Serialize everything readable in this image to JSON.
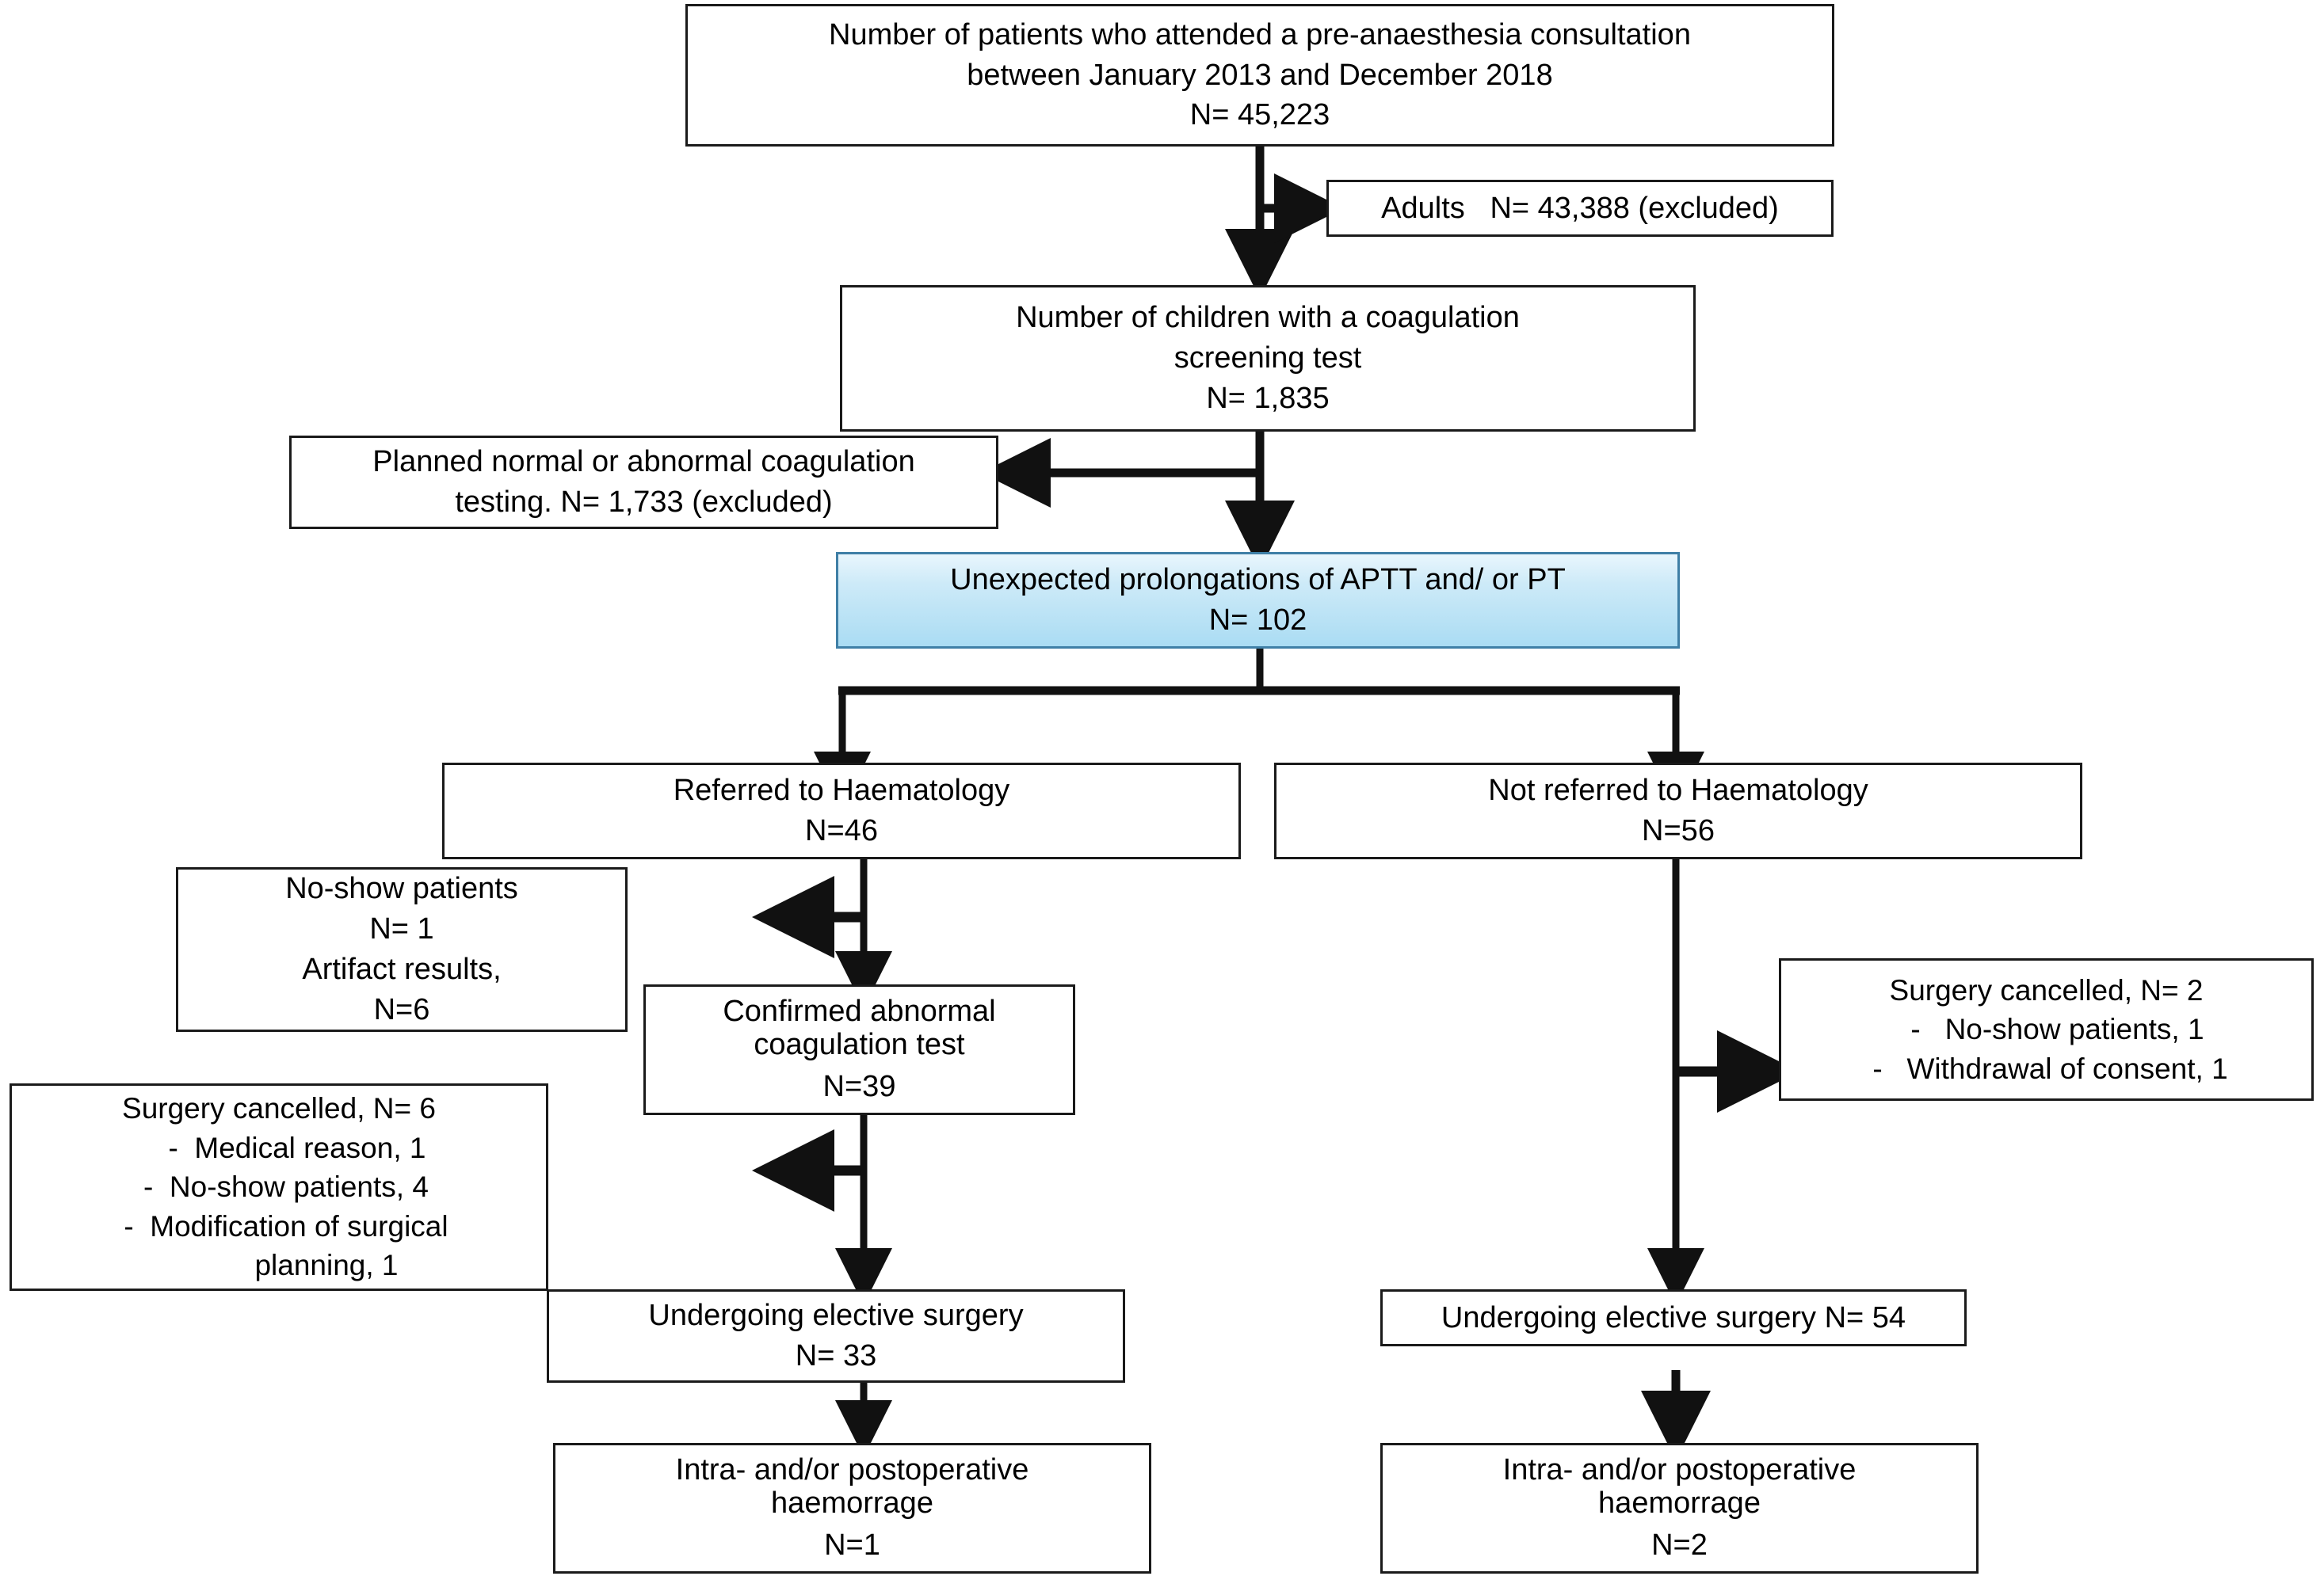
{
  "diagram": {
    "title": "Patient flow diagram of pre-anaesthesia coagulation screening",
    "accent_color": "#aadcf3",
    "border_color": "#1a1a1a",
    "highlight_border_color": "#3f7fa6"
  },
  "nodes": {
    "attended": {
      "name": "attended-consultation-box",
      "lines": [
        "Number of patients who attended a pre-anaesthesia consultation",
        "between January 2013 and December 2018",
        "N= 45,223"
      ]
    },
    "adults_excluded": {
      "name": "adults-excluded-box",
      "lines": [
        "Adults   N= 43,388 (excluded)"
      ]
    },
    "children": {
      "name": "children-coagulation-box",
      "lines": [
        "Number of children with a coagulation",
        "screening test",
        "N= 1,835"
      ]
    },
    "planned_excluded": {
      "name": "planned-testing-excluded-box",
      "lines": [
        "Planned normal or abnormal coagulation",
        "testing. N= 1,733 (excluded)"
      ]
    },
    "unexpected": {
      "name": "unexpected-prolongations-box",
      "lines": [
        "Unexpected prolongations of APTT and/ or PT",
        "N= 102"
      ]
    },
    "referred": {
      "name": "referred-haematology-box",
      "lines": [
        "Referred to Haematology",
        "N=46"
      ]
    },
    "not_referred": {
      "name": "not-referred-haematology-box",
      "lines": [
        "Not referred to Haematology",
        "N=56"
      ]
    },
    "no_show_artifact": {
      "name": "no-show-artifact-box",
      "lines": [
        "No-show patients",
        "N= 1",
        "Artifact results,",
        "N=6"
      ]
    },
    "confirmed": {
      "name": "confirmed-abnormal-box",
      "lines": [
        "Confirmed abnormal",
        "coagulation test",
        "N=39"
      ]
    },
    "cancelled_left": {
      "name": "surgery-cancelled-left-box",
      "heading": "Surgery cancelled, N= 6",
      "bullets": [
        "-  Medical reason, 1",
        "-  No-show patients, 4",
        "-  Modification of surgical",
        "planning, 1"
      ]
    },
    "cancelled_right": {
      "name": "surgery-cancelled-right-box",
      "heading": "Surgery cancelled, N= 2",
      "bullets": [
        "-   No-show patients, 1",
        "-   Withdrawal of consent, 1"
      ]
    },
    "elective_left": {
      "name": "elective-surgery-left-box",
      "lines": [
        "Undergoing elective surgery",
        "N= 33"
      ]
    },
    "elective_right": {
      "name": "elective-surgery-right-box",
      "lines": [
        "Undergoing elective surgery N= 54"
      ]
    },
    "haemorrhage_left": {
      "name": "haemorrhage-left-box",
      "lines": [
        "Intra- and/or postoperative",
        "haemorrage",
        "N=1"
      ]
    },
    "haemorrhage_right": {
      "name": "haemorrhage-right-box",
      "lines": [
        "Intra- and/or postoperative",
        "haemorrage",
        "N=2"
      ]
    }
  },
  "chart_data": {
    "type": "diagram",
    "title": "Study flow chart",
    "flow": [
      {
        "step": "Number of patients who attended a pre-anaesthesia consultation between January 2013 and December 2018",
        "n": 45223
      },
      {
        "step": "Adults (excluded)",
        "n": 43388,
        "branch": "excluded"
      },
      {
        "step": "Number of children with a coagulation screening test",
        "n": 1835
      },
      {
        "step": "Planned normal or abnormal coagulation testing (excluded)",
        "n": 1733,
        "branch": "excluded"
      },
      {
        "step": "Unexpected prolongations of APTT and/ or PT",
        "n": 102,
        "highlight": true
      },
      {
        "step": "Referred to Haematology",
        "n": 46,
        "branch": "left"
      },
      {
        "step": "Not referred to Haematology",
        "n": 56,
        "branch": "right"
      },
      {
        "step": "No-show patients",
        "n": 1,
        "branch": "left-excluded"
      },
      {
        "step": "Artifact results",
        "n": 6,
        "branch": "left-excluded"
      },
      {
        "step": "Confirmed abnormal coagulation test",
        "n": 39,
        "branch": "left"
      },
      {
        "step": "Surgery cancelled",
        "n": 6,
        "branch": "left-excluded",
        "reasons": [
          {
            "label": "Medical reason",
            "n": 1
          },
          {
            "label": "No-show patients",
            "n": 4
          },
          {
            "label": "Modification of surgical planning",
            "n": 1
          }
        ]
      },
      {
        "step": "Surgery cancelled",
        "n": 2,
        "branch": "right-excluded",
        "reasons": [
          {
            "label": "No-show patients",
            "n": 1
          },
          {
            "label": "Withdrawal of consent",
            "n": 1
          }
        ]
      },
      {
        "step": "Undergoing elective surgery",
        "n": 33,
        "branch": "left"
      },
      {
        "step": "Undergoing elective surgery",
        "n": 54,
        "branch": "right"
      },
      {
        "step": "Intra- and/or postoperative haemorrage",
        "n": 1,
        "branch": "left"
      },
      {
        "step": "Intra- and/or postoperative haemorrage",
        "n": 2,
        "branch": "right"
      }
    ]
  }
}
